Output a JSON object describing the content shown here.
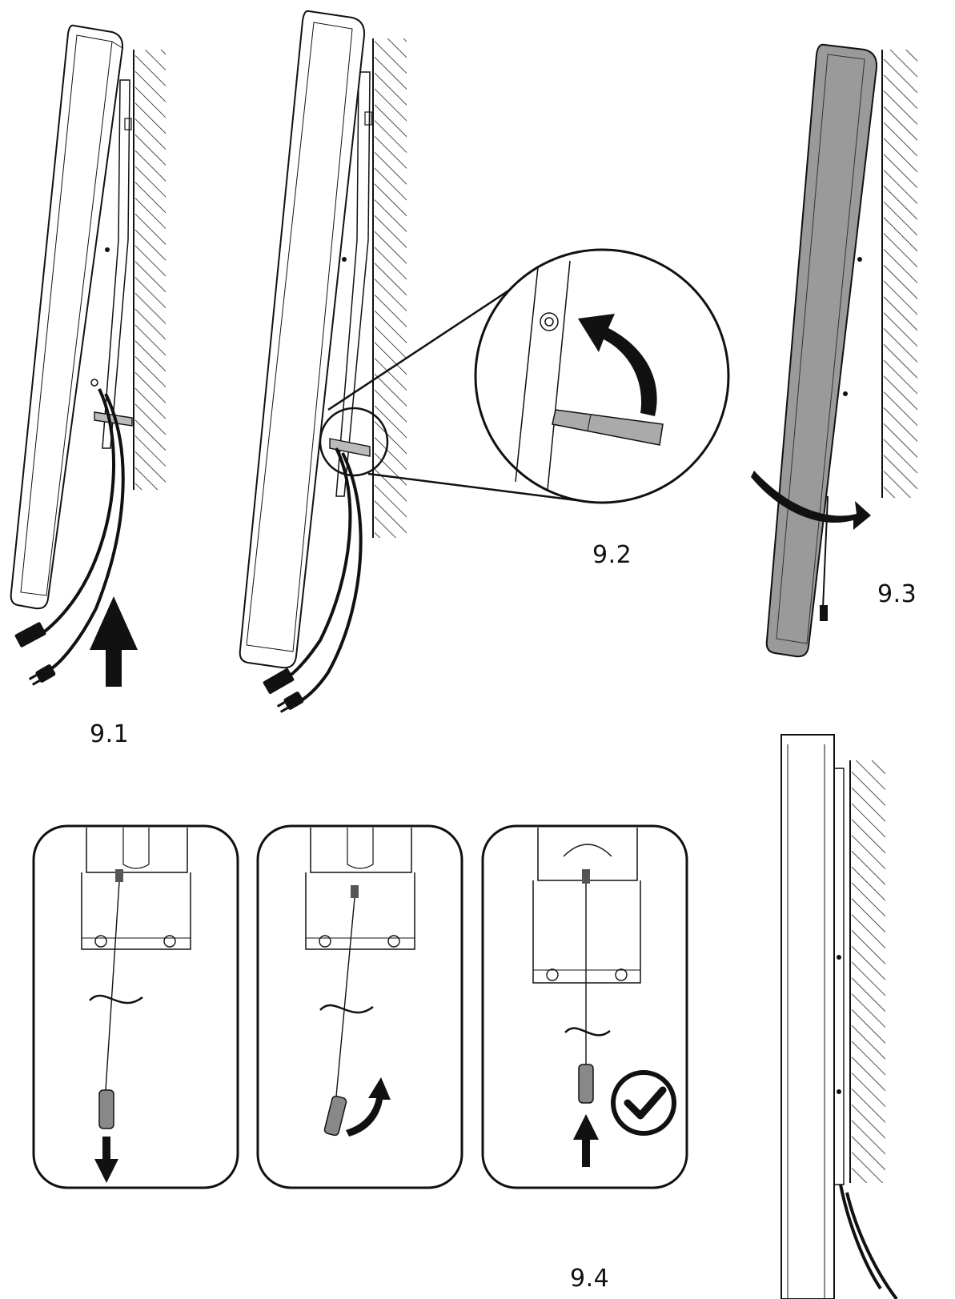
{
  "labels": {
    "step_9_1": "9.1",
    "step_9_2": "9.2",
    "step_9_3": "9.3",
    "step_9_4": "9.4"
  },
  "colors": {
    "line": "#111111",
    "panel_fill": "#ffffff",
    "panel_shaded": "#9a9a9a",
    "wall_hatch": "#222222",
    "arrow_fill": "#111111"
  },
  "icons": {
    "check": "check-circle-icon",
    "up_arrow": "up-arrow-icon",
    "down_arrow": "down-arrow-icon",
    "rotate_arrow": "rotate-arrow-icon"
  }
}
